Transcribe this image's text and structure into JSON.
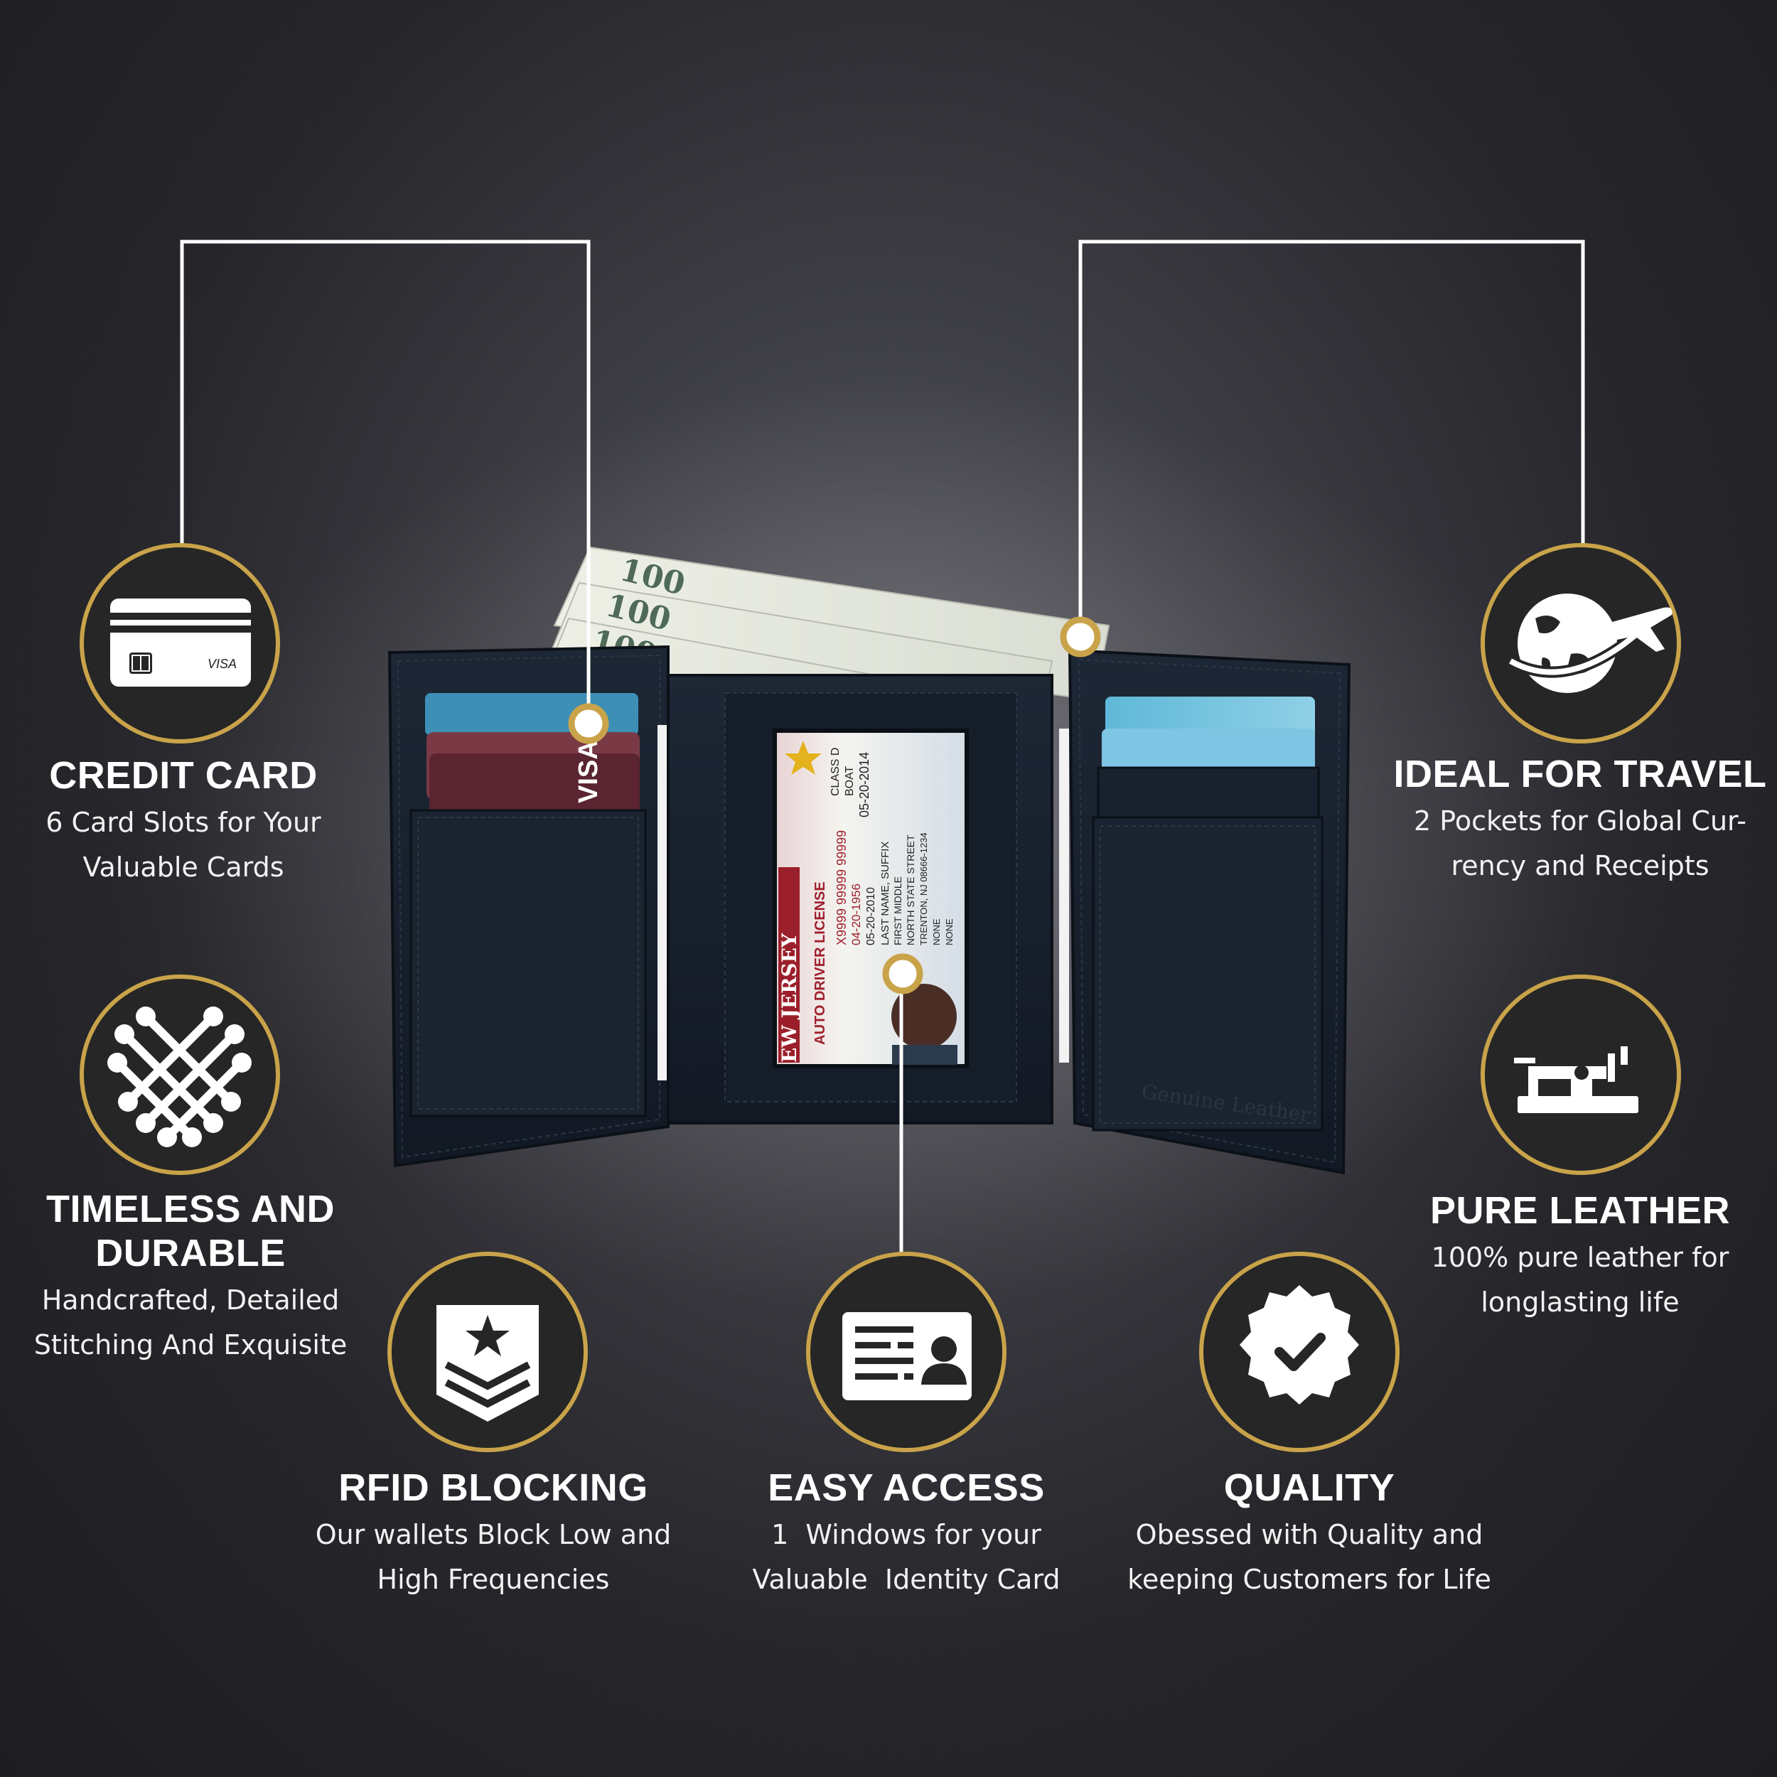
{
  "colors": {
    "accent_gold": "#c9a34a",
    "connector_line": "#ffffff",
    "background": "#2b2b30",
    "wallet_leather": "#17202c"
  },
  "product": {
    "name": "trifold leather wallet",
    "bill_denomination": "100",
    "id_card": {
      "state": "EW JERSEY",
      "type": "AUTO DRIVER LICENSE",
      "class": "CLASS D",
      "endorsement": "BOAT",
      "exp": "05-20-2014",
      "dl_number": "X9999 99999 99999",
      "dob": "04-20-1956",
      "iss": "05-20-2010",
      "name": "LAST NAME, SUFFIX",
      "middle": "FIRST MIDDLE",
      "street": "NORTH STATE STREET",
      "city": "TRENTON, NJ 08666-1234",
      "end": "NONE",
      "restr": "NONE"
    },
    "stamp": "Genuine Leather"
  },
  "features": [
    {
      "icon": "credit-card-icon",
      "title": "CREDIT CARD",
      "desc_lines": [
        "6 Card Slots for Your",
        "Valuable Cards"
      ]
    },
    {
      "icon": "globe-plane-icon",
      "title": "IDEAL FOR TRAVEL",
      "desc_lines": [
        "2 Pockets for Global Cur-",
        "rency and Receipts"
      ]
    },
    {
      "icon": "stitching-icon",
      "title_lines": [
        "TIMELESS AND",
        "DURABLE"
      ],
      "desc_lines": [
        "Handcrafted, Detailed",
        "Stitching And Exquisite"
      ]
    },
    {
      "icon": "sewing-machine-icon",
      "title": "PURE LEATHER",
      "desc_lines": [
        "100% pure leather for",
        "longlasting life"
      ]
    },
    {
      "icon": "shield-star-icon",
      "title": "RFID BLOCKING",
      "desc_lines": [
        "Our wallets Block Low and",
        "High Frequencies"
      ]
    },
    {
      "icon": "id-card-icon",
      "title": "EASY ACCESS",
      "desc_lines": [
        "1  Windows for your",
        "Valuable  Identity Card"
      ]
    },
    {
      "icon": "quality-badge-icon",
      "title": "QUALITY",
      "desc_lines": [
        "Obessed with Quality and",
        "keeping Customers for Life"
      ]
    }
  ]
}
